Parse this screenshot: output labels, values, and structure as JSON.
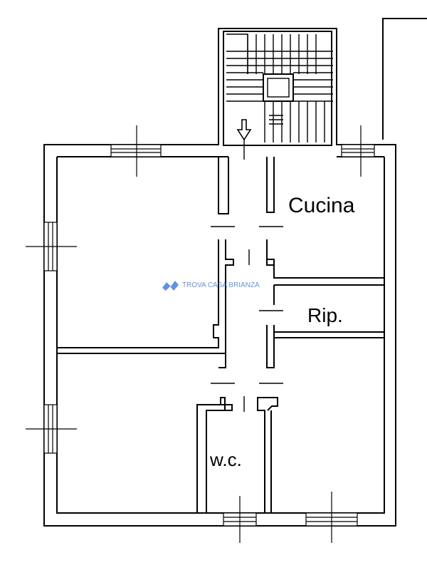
{
  "rooms": {
    "kitchen": "Cucina",
    "storage": "Rip.",
    "toilet": "w.c."
  },
  "watermark": {
    "text": "TROVA CASA BRIANZA",
    "color": "#2f6fd6"
  },
  "icons": {
    "entrance": "entrance-arrow-icon",
    "logo": "watermark-logo-icon"
  }
}
